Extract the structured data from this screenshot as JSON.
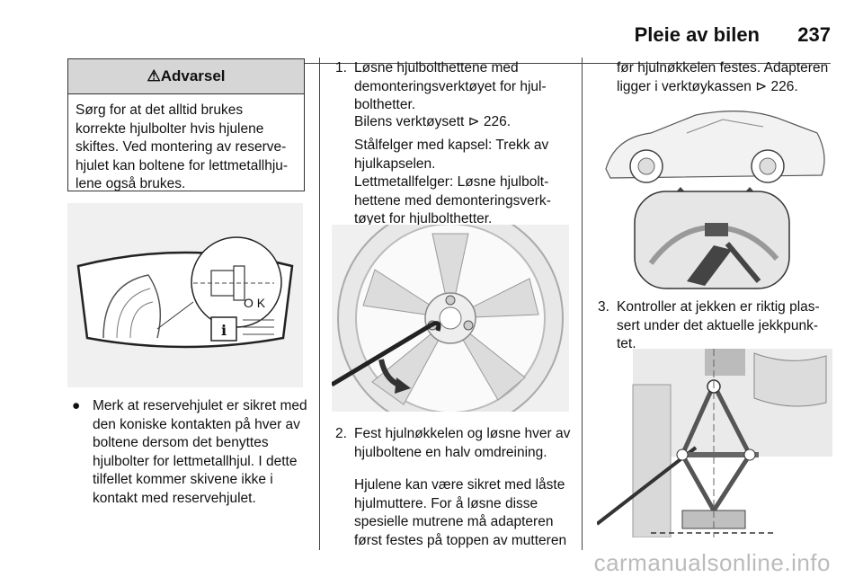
{
  "header": {
    "title": "Pleie av bilen",
    "page": "237"
  },
  "warning": {
    "title": "Advarsel",
    "body": "Sørg for at det alltid brukes korrekte hjulbolter hvis hjulene skiftes. Ved montering av reserve­hjulet kan boltene for lettmetallhju­lene også brukes."
  },
  "figure1": {
    "label": "O K"
  },
  "col1": {
    "bullet": "Merk at reservehjulet er sikret med den koniske kontakten på hver av boltene dersom det benyttes hjulbolter for lettmetall­hjul. I dette tilfellet kommer skivene ikke i kontakt med reser­vehjulet."
  },
  "col2": {
    "step1_num": "1.",
    "step1": "Løsne hjulbolthettene med demonteringsverktøyet for hjul­bolthetter.",
    "step1_p2": "Bilens verktøysett ⊳ 226.",
    "step1_p3": "Stålfelger med kapsel: Trekk av hjulkapselen.",
    "step1_p4": "Lettmetallfelger: Løsne hjulbolt­hettene med demonteringsverk­tøyet for hjulbolthetter.",
    "step2_num": "2.",
    "step2": "Fest hjulnøkkelen og løsne hver av hjulboltene en halv omdrei­ning.",
    "step2_p2": "Hjulene kan være sikret med låste hjulmuttere. For å løsne disse spesielle mutrene må adapteren først festes på toppen av mutteren"
  },
  "col3": {
    "cont": "før hjulnøkkelen festes. Adapte­ren ligger i verktøykassen ⊳ 226.",
    "step3_num": "3.",
    "step3": "Kontroller at jekken er riktig plas­sert under det aktuelle jekkpunk­tet."
  },
  "footer": "carmanualsonline.info"
}
